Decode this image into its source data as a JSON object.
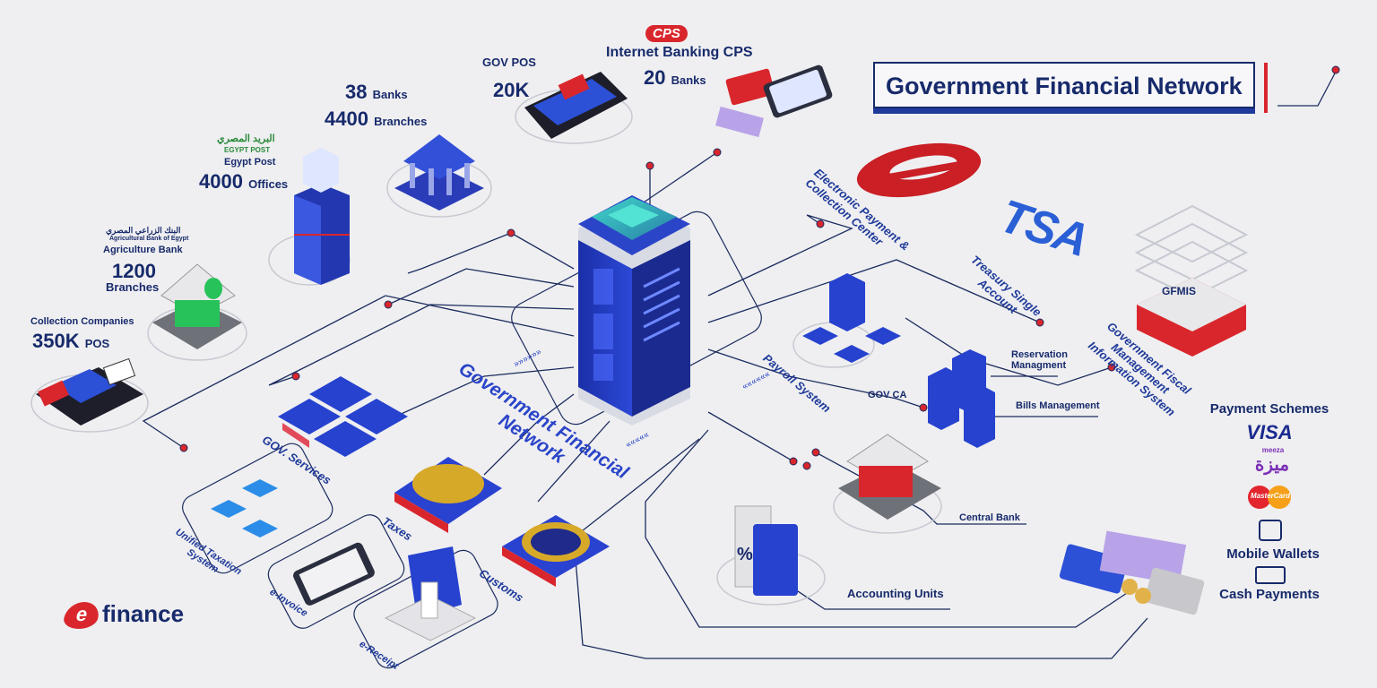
{
  "title": "Government Financial Network",
  "center_label_line1": "Government Financial",
  "center_label_line2": "Network",
  "colors": {
    "navy": "#172a6b",
    "blue": "#2640c6",
    "red": "#d9262c",
    "line": "#1b2b5e",
    "bg": "#efeff1"
  },
  "nodes": {
    "cps_logo": "CPS",
    "internet_banking": {
      "title": "Internet Banking CPS",
      "value": "20",
      "unit": "Banks"
    },
    "gov_pos": {
      "title": "GOV POS",
      "value": "20K"
    },
    "banks": {
      "value1": "38",
      "unit1": "Banks",
      "value2": "4400",
      "unit2": "Branches"
    },
    "egypt_post": {
      "arabic": "البريد المصري",
      "logo_en": "EGYPT POST",
      "title": "Egypt Post",
      "value": "4000",
      "unit": "Offices"
    },
    "agri_bank": {
      "arabic": "البنك الزراعي المصري",
      "logo_en": "Agricultural Bank of Egypt",
      "title": "Agriculture Bank",
      "value": "1200",
      "unit": "Branches"
    },
    "collection": {
      "title": "Collection Companies",
      "value": "350K",
      "unit": "POS"
    },
    "epcc": {
      "line1": "Electronic Payment &",
      "line2": "Collection Center"
    },
    "tsa": {
      "logo": "TSA",
      "line1": "Treasury Single",
      "line2": "Account"
    },
    "gfmis": {
      "logo": "GFMIS",
      "line1": "Government Fiscal",
      "line2": "Management",
      "line3": "Information System"
    },
    "payroll": "Payroll System",
    "reservation": {
      "line1": "Reservation",
      "line2": "Managment"
    },
    "gov_ca": "GOV CA",
    "bills": "Bills Management",
    "central_bank": "Central Bank",
    "accounting": "Accounting Units",
    "gov_services": "GOV. Services",
    "taxes": "Taxes",
    "customs": "Customs",
    "unified_tax": {
      "line1": "Unified Taxation",
      "line2": "System"
    },
    "e_invoice": "e-Invoice",
    "e_receipt": "e-Receipt"
  },
  "payment_schemes": {
    "heading": "Payment Schemes",
    "visa": "VISA",
    "meeza_small": "meeza",
    "meeza_ar": "ميزة",
    "mastercard": "MasterCard",
    "mobile_wallets": "Mobile Wallets",
    "cash_payments": "Cash Payments"
  },
  "brand": {
    "letter": "e",
    "name": "finance"
  }
}
